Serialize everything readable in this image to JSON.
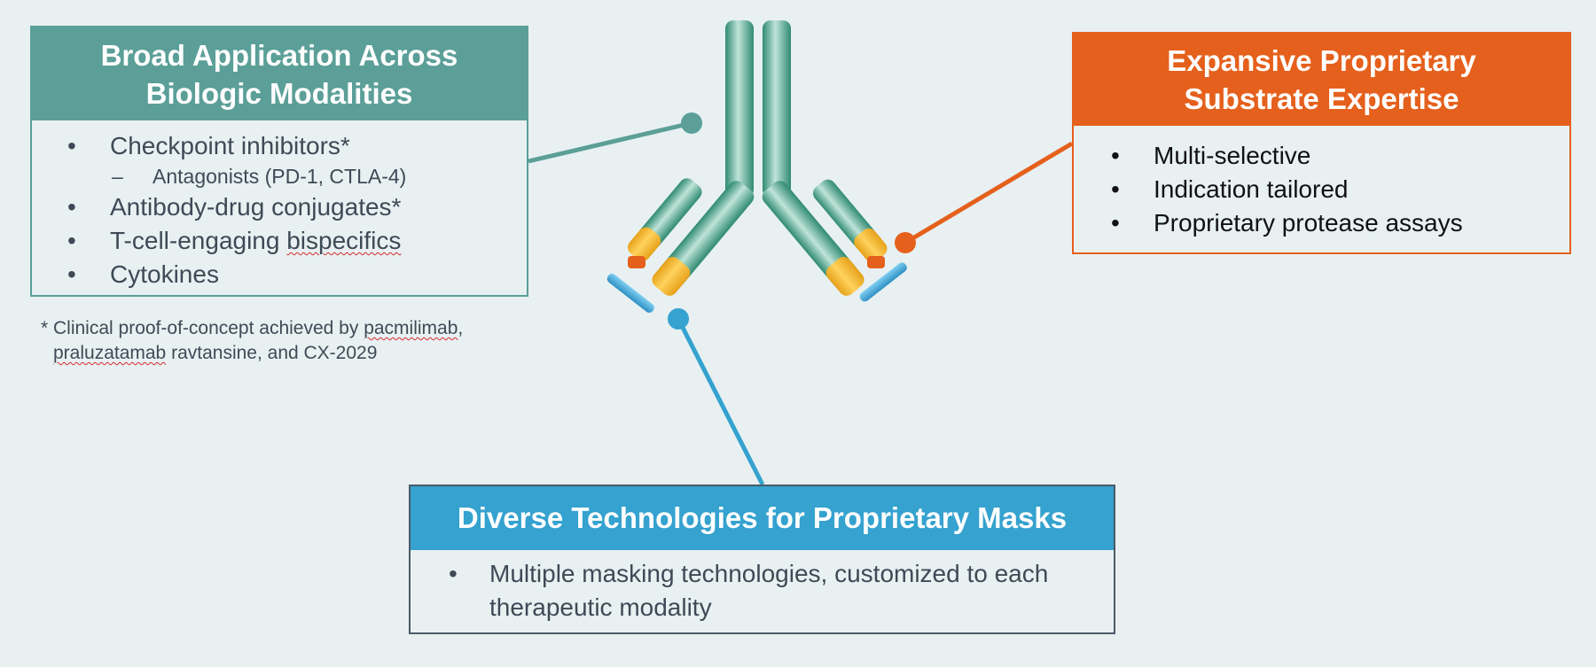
{
  "colors": {
    "background": "#e8f0f2",
    "teal": "#5b9f98",
    "orange": "#e5601c",
    "blue": "#35a2cf",
    "text_dark": "#3e4a56",
    "antibody_green": "#3e9c85",
    "antibody_yellow": "#f0b62a",
    "antibody_blue": "#3aa5d8"
  },
  "left_panel": {
    "title_line1": "Broad Application Across",
    "title_line2": "Biologic Modalities",
    "bullets": [
      "Checkpoint inhibitors*",
      "Antagonists (PD-1, CTLA-4)",
      "Antibody-drug conjugates*",
      "T-cell-engaging ",
      "Cytokines"
    ],
    "bullet_word_bispecifics": "bispecifics",
    "bullet_char": "•",
    "sub_bullet_char": "–"
  },
  "footnote": {
    "line1_a": "* Clinical proof-of-concept achieved by ",
    "line1_b": "pacmilimab",
    "line1_c": ",",
    "line2_a": "praluzatamab",
    "line2_b": " ravtansine, and CX-2029"
  },
  "right_panel": {
    "title_line1": "Expansive Proprietary",
    "title_line2": "Substrate Expertise",
    "bullets": [
      "Multi-selective",
      "Indication tailored",
      "Proprietary protease assays"
    ],
    "bullet_char": "•"
  },
  "bottom_panel": {
    "title": "Diverse Technologies for Proprietary Masks",
    "bullets": [
      "Multiple masking technologies, customized to each therapeutic modality"
    ],
    "bullet_char": "•"
  }
}
